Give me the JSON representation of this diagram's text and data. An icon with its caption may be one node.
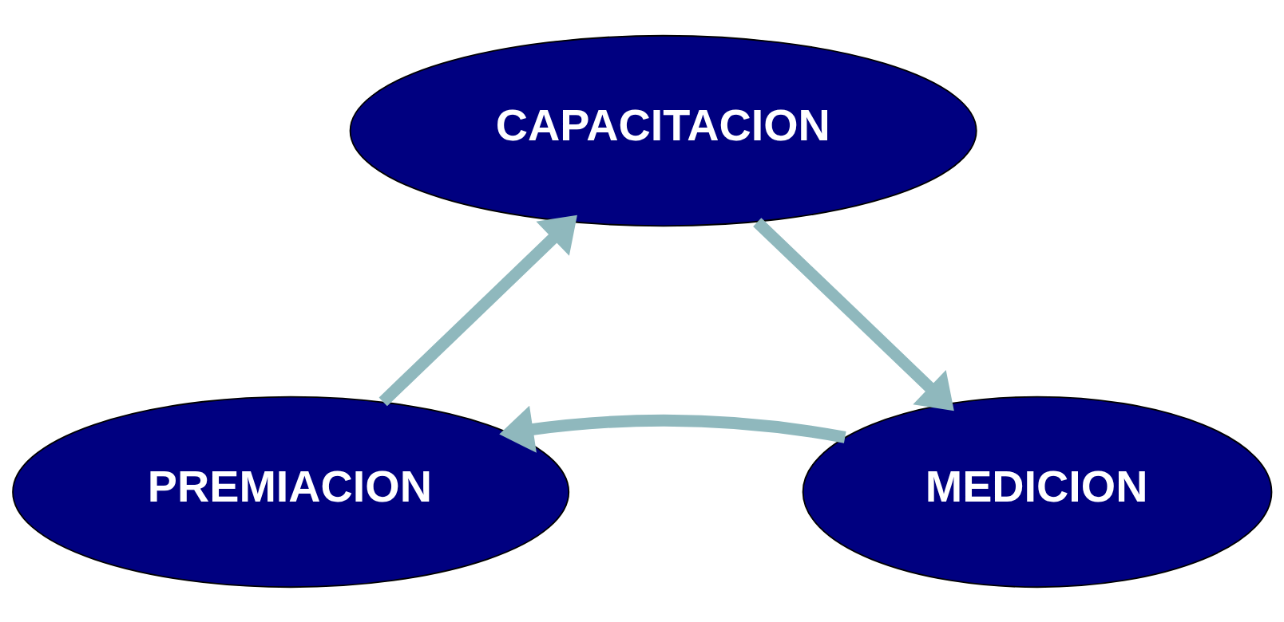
{
  "diagram": {
    "nodes": [
      {
        "text": [
          "CAPACITACION"
        ]
      },
      {
        "text": [
          "PREMIACION"
        ]
      },
      {
        "text": [
          "MEDICION"
        ]
      }
    ],
    "edges": [
      {
        "from": 0,
        "to": 2,
        "arrow": "to"
      },
      {
        "from": 2,
        "to": 1,
        "arrow": "to"
      },
      {
        "from": 1,
        "to": 0,
        "arrow": "to"
      }
    ]
  }
}
